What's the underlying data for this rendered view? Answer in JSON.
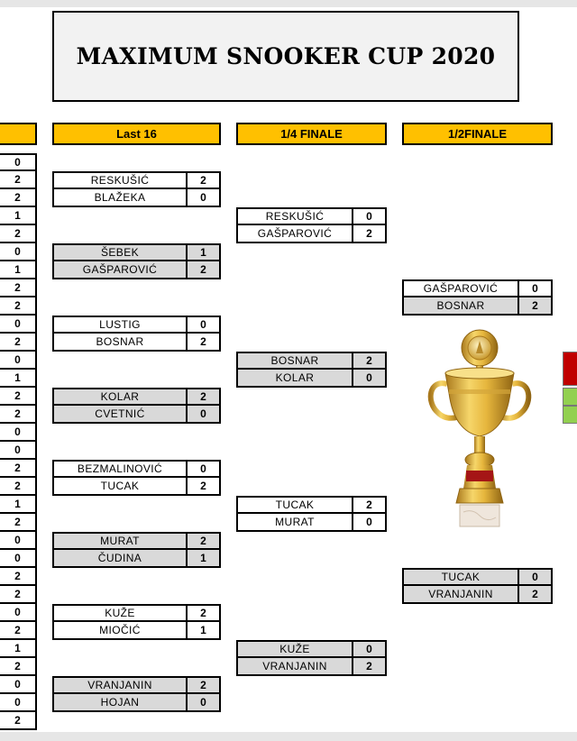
{
  "title": "MAXIMUM SNOOKER CUP 2020",
  "headers": {
    "last16": "Last 16",
    "quarter": "1/4 FINALE",
    "semi": "1/2FINALE"
  },
  "left_scores": [
    "0",
    "2",
    "2",
    "1",
    "2",
    "0",
    "1",
    "2",
    "2",
    "0",
    "2",
    "0",
    "1",
    "2",
    "2",
    "0",
    "0",
    "2",
    "2",
    "1",
    "2",
    "0",
    "0",
    "2",
    "2",
    "0",
    "2",
    "1",
    "2",
    "0",
    "0",
    "2"
  ],
  "last16": [
    {
      "p1": {
        "name": "RESKUŠIĆ",
        "score": "2"
      },
      "p2": {
        "name": "BLAŽEKA",
        "score": "0"
      }
    },
    {
      "p1": {
        "name": "ŠEBEK",
        "score": "1"
      },
      "p2": {
        "name": "GAŠPAROVIĆ",
        "score": "2"
      }
    },
    {
      "p1": {
        "name": "LUSTIG",
        "score": "0"
      },
      "p2": {
        "name": "BOSNAR",
        "score": "2"
      }
    },
    {
      "p1": {
        "name": "KOLAR",
        "score": "2"
      },
      "p2": {
        "name": "CVETNIĆ",
        "score": "0"
      }
    },
    {
      "p1": {
        "name": "BEZMALINOVIĆ",
        "score": "0"
      },
      "p2": {
        "name": "TUCAK",
        "score": "2"
      }
    },
    {
      "p1": {
        "name": "MURAT",
        "score": "2"
      },
      "p2": {
        "name": "ČUDINA",
        "score": "1"
      }
    },
    {
      "p1": {
        "name": "KUŽE",
        "score": "2"
      },
      "p2": {
        "name": "MIOČIĆ",
        "score": "1"
      }
    },
    {
      "p1": {
        "name": "VRANJANIN",
        "score": "2"
      },
      "p2": {
        "name": "HOJAN",
        "score": "0"
      }
    }
  ],
  "quarter": [
    {
      "p1": {
        "name": "RESKUŠIĆ",
        "score": "0"
      },
      "p2": {
        "name": "GAŠPAROVIĆ",
        "score": "2"
      }
    },
    {
      "p1": {
        "name": "BOSNAR",
        "score": "2"
      },
      "p2": {
        "name": "KOLAR",
        "score": "0"
      }
    },
    {
      "p1": {
        "name": "TUCAK",
        "score": "2"
      },
      "p2": {
        "name": "MURAT",
        "score": "0"
      }
    },
    {
      "p1": {
        "name": "KUŽE",
        "score": "0"
      },
      "p2": {
        "name": "VRANJANIN",
        "score": "2"
      }
    }
  ],
  "semi": [
    {
      "p1": {
        "name": "GAŠPAROVIĆ",
        "score": "0"
      },
      "p2": {
        "name": "BOSNAR",
        "score": "2"
      }
    },
    {
      "p1": {
        "name": "TUCAK",
        "score": "0"
      },
      "p2": {
        "name": "VRANJANIN",
        "score": "2"
      }
    }
  ],
  "colors": {
    "header_fill": "#ffc000",
    "cell_shade": "#d9d9d9",
    "title_fill": "#f2f2f2",
    "side_red": "#c00000",
    "side_green": "#92d050"
  },
  "icons": {
    "trophy": "gold-cup-trophy"
  }
}
